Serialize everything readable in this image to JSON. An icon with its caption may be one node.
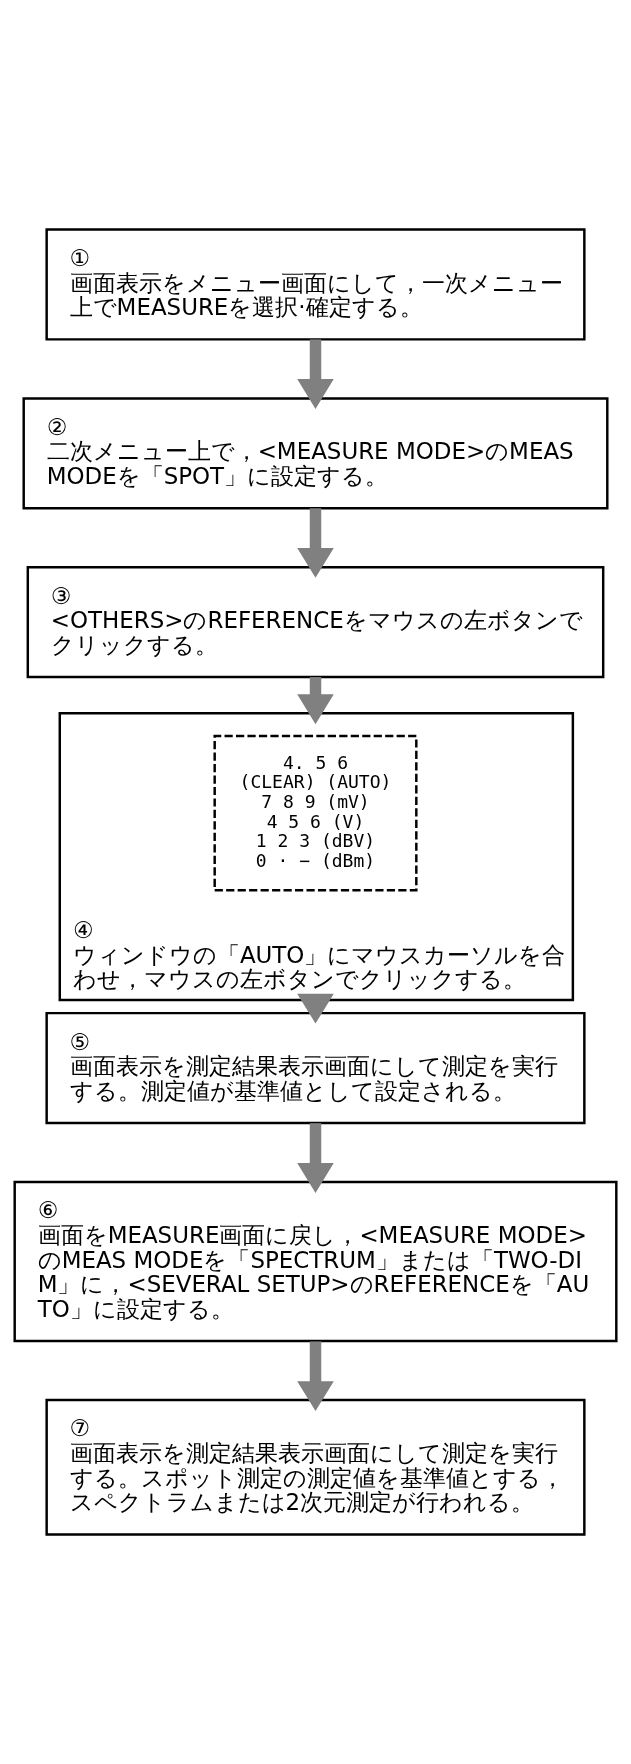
{
  "diagram": {
    "nodes": [
      {
        "text": [
          "①",
          "画面表示をメニュー画面にして，一次メニュー上でMEASUREを選択·確定する。"
        ]
      },
      {
        "text": [
          "②",
          "二次メニュー上で，<MEASURE MODE>のMEAS MODEを「SPOT」に設定する。"
        ]
      },
      {
        "text": [
          "③",
          "<OTHERS>のREFERENCEをマウスの左ボタンでクリックする。"
        ]
      },
      {
        "text": [
          "④",
          "ウィンドウの「AUTO」にマウスカーソルを合わせ，マウスの左ボタンでクリックする。"
        ]
      },
      {
        "text": [
          "4. 5 6",
          "(CLEAR) (AUTO)",
          "7 8 9 (mV)",
          "4 5 6 (V)",
          "1 2 3 (dBV)",
          "0 · − (dBm)"
        ],
        "in": 3
      },
      {
        "text": [
          "⑤",
          "画面表示を測定結果表示画面にして測定を実行する。測定値が基準値として設定される。"
        ]
      },
      {
        "text": [
          "⑥",
          "画面をMEASURE画面に戻し，<MEASURE MODE>のMEAS MODEを「SPECTRUM」または「TWO-DIM」に，<SEVERAL SETUP>のREFERENCEを「AUTO」に設定する。"
        ]
      },
      {
        "text": [
          "⑦",
          "画面表示を測定結果表示画面にして測定を実行する。スポット測定の測定値を基準値とする，スペクトラムまたは2次元測定が行われる。"
        ]
      }
    ],
    "edges": [
      {
        "from": 0,
        "to": 1,
        "arrow": "to"
      },
      {
        "from": 1,
        "to": 2,
        "arrow": "to"
      },
      {
        "from": 2,
        "to": 3,
        "arrow": "to"
      },
      {
        "from": 3,
        "to": 5,
        "arrow": "to"
      },
      {
        "from": 5,
        "to": 6,
        "arrow": "to"
      },
      {
        "from": 6,
        "to": 7,
        "arrow": "to"
      }
    ]
  }
}
